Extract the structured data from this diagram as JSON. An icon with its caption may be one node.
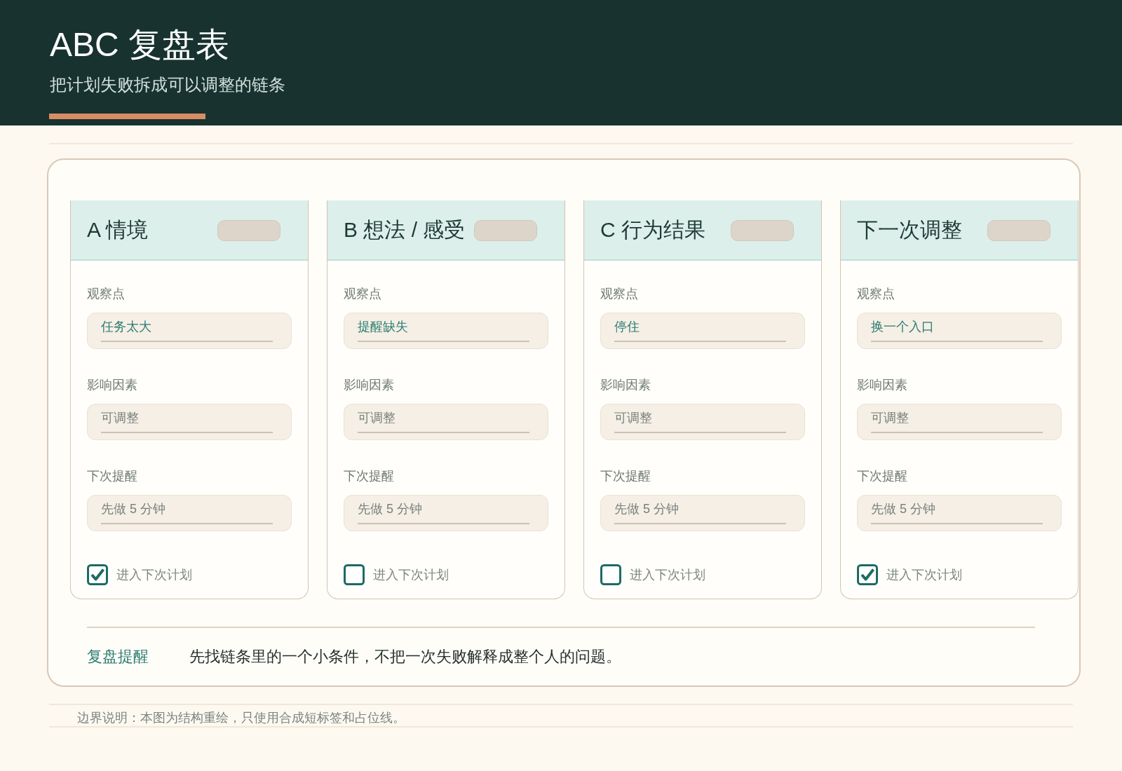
{
  "diagram": {
    "title": "ABC 复盘表",
    "caption": "边界说明：本图为结构重绘，只使用合成短标签和占位线。",
    "nodes": [
      {
        "text": [
          "复盘提醒",
          "先找链条里的一个小条件，不把一次失败解释成整个人的问题。"
        ]
      },
      {
        "text": [
          "A 情境"
        ],
        "in": 0
      },
      {
        "text": [],
        "shape": "bar",
        "in": 1
      },
      {
        "text": [
          "任务太大"
        ],
        "beside": [
          "观察点"
        ],
        "in": 1
      },
      {
        "text": [
          "可调整"
        ],
        "beside": [
          "影响因素"
        ],
        "in": 1
      },
      {
        "text": [
          "先做 5 分钟"
        ],
        "beside": [
          "下次提醒"
        ],
        "in": 1
      },
      {
        "text": [],
        "shape": "tick",
        "beside": [
          "进入下次计划"
        ],
        "in": 1
      },
      {
        "text": [
          "B 想法 / 感受"
        ],
        "in": 0
      },
      {
        "text": [],
        "shape": "bar",
        "in": 7
      },
      {
        "text": [
          "提醒缺失"
        ],
        "beside": [
          "观察点"
        ],
        "in": 7
      },
      {
        "text": [
          "可调整"
        ],
        "beside": [
          "影响因素"
        ],
        "in": 7
      },
      {
        "text": [
          "先做 5 分钟"
        ],
        "beside": [
          "下次提醒"
        ],
        "in": 7
      },
      {
        "text": [],
        "shape": "box",
        "beside": [
          "进入下次计划"
        ],
        "in": 7
      },
      {
        "text": [
          "C 行为结果"
        ],
        "in": 0
      },
      {
        "text": [],
        "shape": "bar",
        "in": 13
      },
      {
        "text": [
          "停住"
        ],
        "beside": [
          "观察点"
        ],
        "in": 13
      },
      {
        "text": [
          "可调整"
        ],
        "beside": [
          "影响因素"
        ],
        "in": 13
      },
      {
        "text": [
          "先做 5 分钟"
        ],
        "beside": [
          "下次提醒"
        ],
        "in": 13
      },
      {
        "text": [],
        "shape": "box",
        "beside": [
          "进入下次计划"
        ],
        "in": 13
      },
      {
        "text": [
          "下一次调整"
        ],
        "in": 0
      },
      {
        "text": [],
        "shape": "bar",
        "in": 19
      },
      {
        "text": [
          "换一个入口"
        ],
        "beside": [
          "观察点"
        ],
        "in": 19
      },
      {
        "text": [
          "可调整"
        ],
        "beside": [
          "影响因素"
        ],
        "in": 19
      },
      {
        "text": [
          "先做 5 分钟"
        ],
        "beside": [
          "下次提醒"
        ],
        "in": 19
      },
      {
        "text": [],
        "shape": "tick",
        "beside": [
          "进入下次计划"
        ],
        "in": 19
      }
    ],
    "labels": [
      "把计划失败拆成可以调整的链条"
    ]
  }
}
